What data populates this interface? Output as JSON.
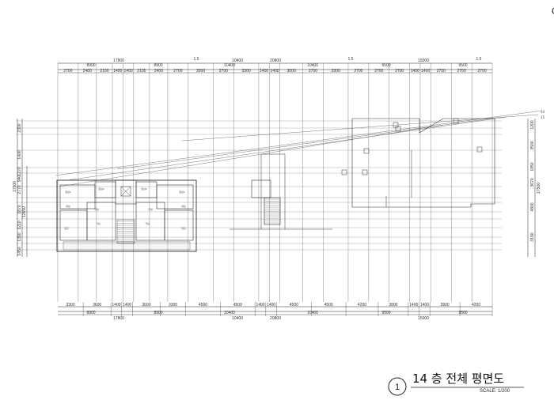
{
  "drawing": {
    "title": "14 층 전체 평면도",
    "number": "1",
    "scale": "SCALE: 1/200",
    "stamp": "C",
    "level_marks": [
      "14",
      "15"
    ]
  },
  "dimensions": {
    "top_total": "20800",
    "top_groups": [
      "17800",
      "10400",
      "15000"
    ],
    "top_sub": [
      "8900",
      "8900",
      "10400",
      "10400",
      "9500",
      "9500"
    ],
    "top_cl": [
      "1.5",
      "1.5",
      "1.5"
    ],
    "top_segments": [
      "2700",
      "2400",
      "2100",
      "1400",
      "1400",
      "2100",
      "2400",
      "2700",
      "3300",
      "2700",
      "3300",
      "1400",
      "1400",
      "3000",
      "2700",
      "3300",
      "2700",
      "2700",
      "2700",
      "1400",
      "1400",
      "2700",
      "2700",
      "2700"
    ],
    "bottom_total": "20800",
    "bottom_groups": [
      "17800",
      "10400",
      "15000"
    ],
    "bottom_sub": [
      "8900",
      "8900",
      "10400",
      "10400",
      "9500",
      "9500"
    ],
    "bottom_segments": [
      "3300",
      "3600",
      "1400",
      "1400",
      "3600",
      "3300",
      "4500",
      "4500",
      "1400",
      "1400",
      "4500",
      "4500",
      "4200",
      "3900",
      "1400",
      "1400",
      "3900",
      "4200"
    ],
    "left_stack": [
      "2300",
      "1400",
      "1270",
      "940",
      "2770",
      "1870",
      "1210",
      "1390",
      "1450"
    ],
    "left_total": "17500",
    "left_sub": "12650",
    "right_stack": [
      "1200",
      "3500",
      "1850",
      "3670",
      "4800",
      "3190"
    ],
    "right_total": "17500"
  },
  "room_labels": [
    "침실1",
    "침실2",
    "거실",
    "주방",
    "욕실",
    "현관",
    "침실1",
    "침실2",
    "거실",
    "주방",
    "욕실",
    "현관"
  ]
}
